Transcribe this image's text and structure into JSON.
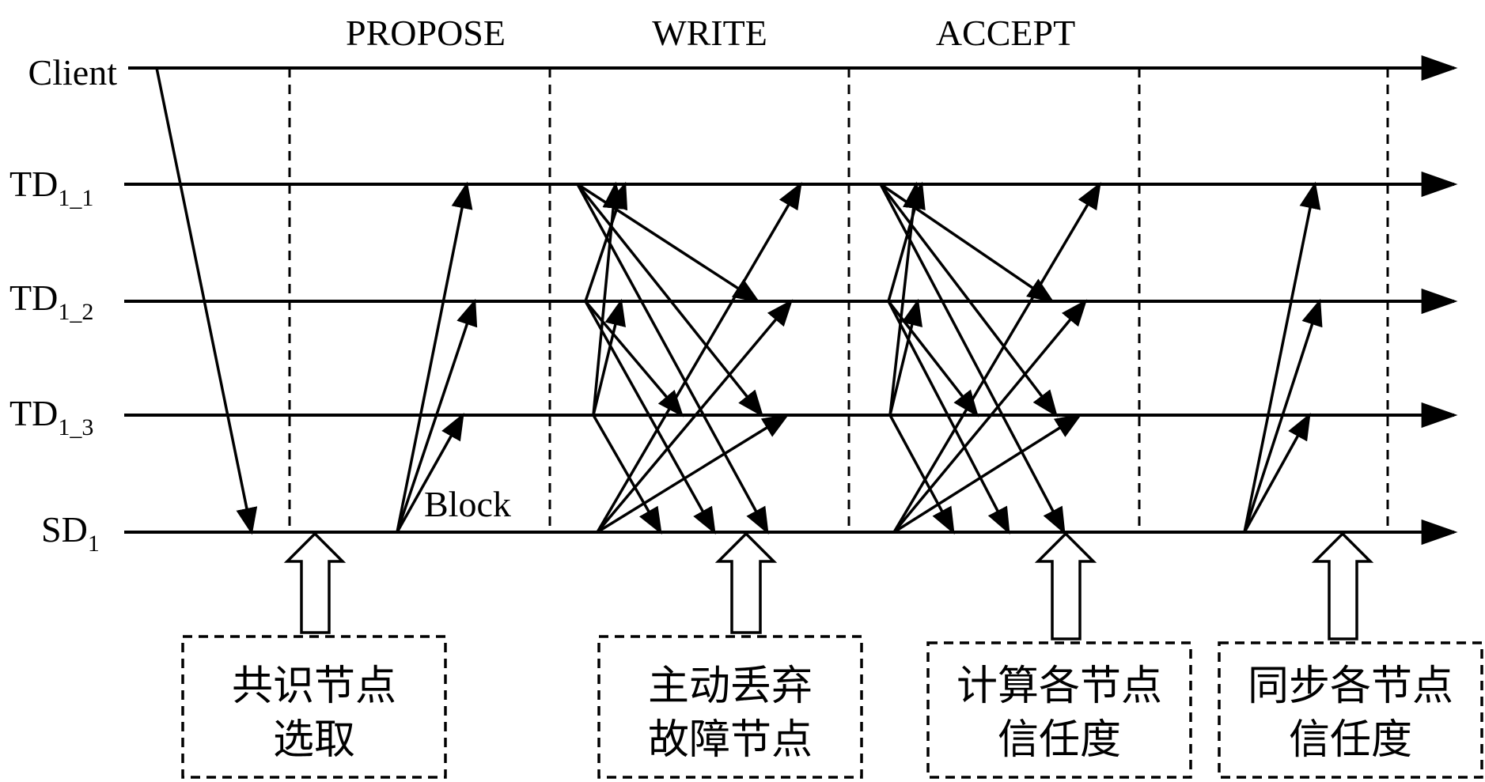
{
  "phases": [
    "PROPOSE",
    "WRITE",
    "ACCEPT"
  ],
  "nodes": {
    "client": "Client",
    "td11": {
      "base": "TD",
      "sub": "1_1"
    },
    "td12": {
      "base": "TD",
      "sub": "1_2"
    },
    "td13": {
      "base": "TD",
      "sub": "1_3"
    },
    "sd1": {
      "base": "SD",
      "sub": "1"
    }
  },
  "block_label": "Block",
  "boxes": [
    {
      "line1": "共识节点",
      "line2": "选取"
    },
    {
      "line1": "主动丢弃",
      "line2": "故障节点"
    },
    {
      "line1": "计算各节点",
      "line2": "信任度"
    },
    {
      "line1": "同步各节点",
      "line2": "信任度"
    }
  ]
}
